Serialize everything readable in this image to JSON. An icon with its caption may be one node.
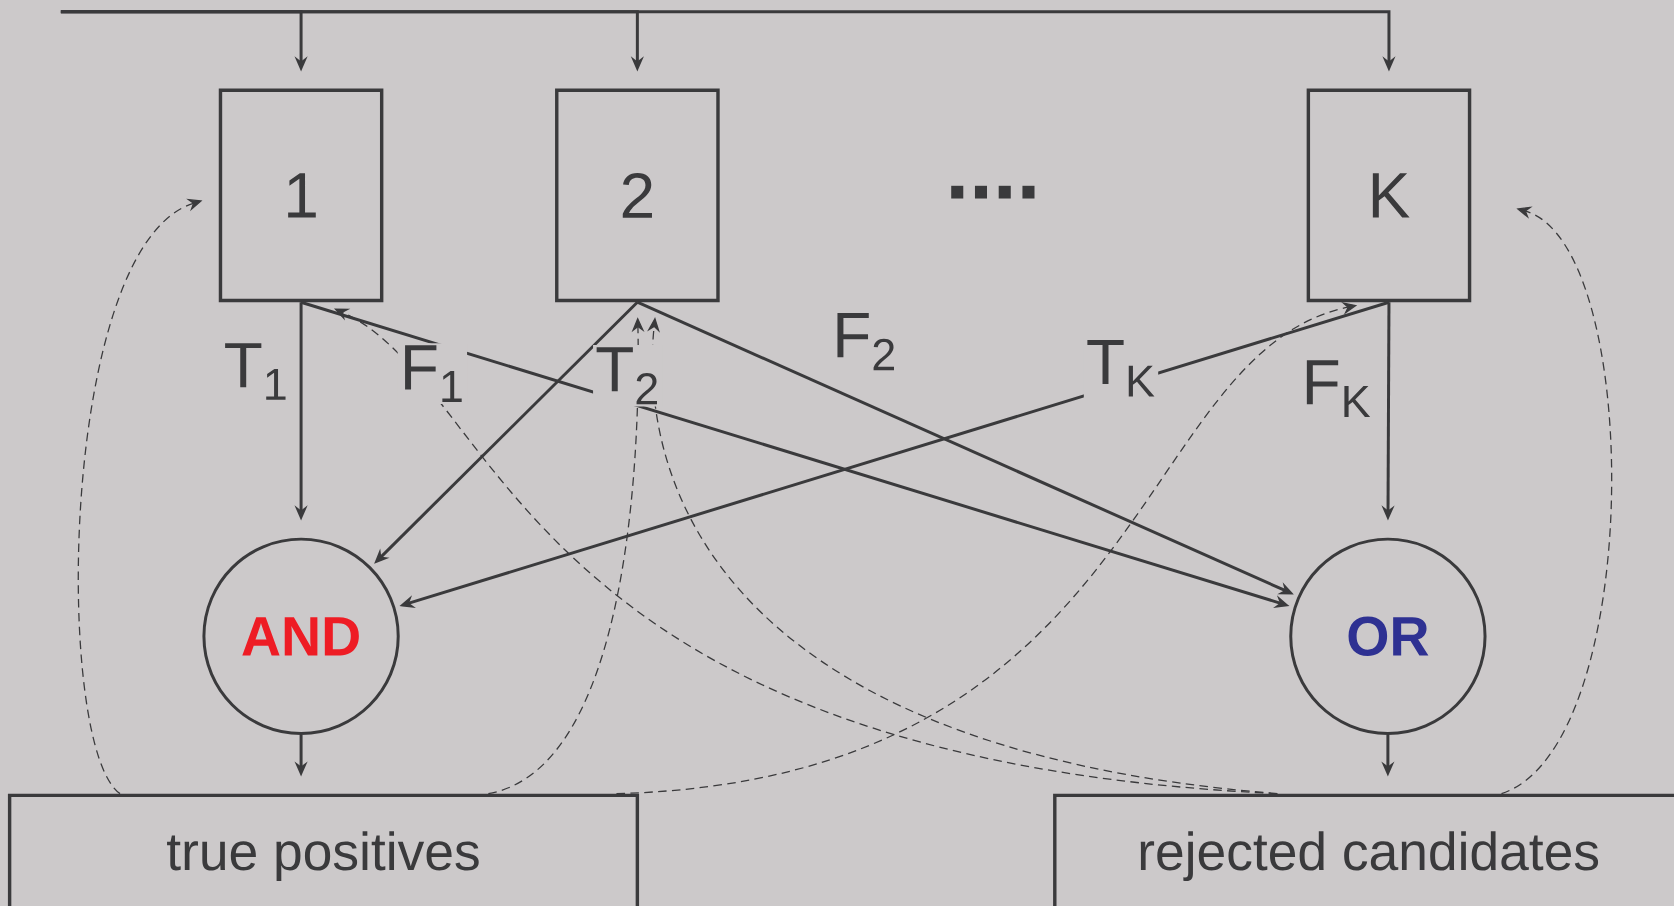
{
  "diagram": {
    "nodes": [
      {
        "text": [
          "1"
        ]
      },
      {
        "text": [
          "2"
        ]
      },
      {
        "text": [
          "K"
        ]
      },
      {
        "text": [
          "AND"
        ]
      },
      {
        "text": [
          "OR"
        ]
      },
      {
        "text": [
          "true positives"
        ]
      },
      {
        "text": [
          "rejected candidates"
        ]
      }
    ],
    "edges": [
      {
        "from": null,
        "to": 0,
        "arrow": "to"
      },
      {
        "from": null,
        "to": 1,
        "arrow": "to"
      },
      {
        "from": null,
        "to": 2,
        "arrow": "to"
      },
      {
        "from": 0,
        "to": 3,
        "arrow": "to",
        "label": "T$_{1}$"
      },
      {
        "from": 0,
        "to": 4,
        "arrow": "to",
        "label": "F$_{1}$"
      },
      {
        "from": 1,
        "to": 3,
        "arrow": "to",
        "label": "T$_{2}$"
      },
      {
        "from": 1,
        "to": 4,
        "arrow": "to",
        "label": "F$_{2}$"
      },
      {
        "from": 2,
        "to": 3,
        "arrow": "to",
        "label": "T$_{K}$"
      },
      {
        "from": 2,
        "to": 4,
        "arrow": "to",
        "label": "F$_{K}$"
      },
      {
        "from": 3,
        "to": 5,
        "arrow": "to"
      },
      {
        "from": 4,
        "to": 6,
        "arrow": "to"
      },
      {
        "from": 5,
        "to": 0,
        "arrow": "to",
        "style": "dashed"
      },
      {
        "from": 5,
        "to": 1,
        "arrow": "to",
        "style": "dashed"
      },
      {
        "from": 5,
        "to": 2,
        "arrow": "to",
        "style": "dashed"
      },
      {
        "from": 6,
        "to": 0,
        "arrow": "to",
        "style": "dashed"
      },
      {
        "from": 6,
        "to": 1,
        "arrow": "to",
        "style": "dashed"
      },
      {
        "from": 6,
        "to": 2,
        "arrow": "to",
        "style": "dashed"
      }
    ],
    "labels": [
      "...."
    ]
  }
}
